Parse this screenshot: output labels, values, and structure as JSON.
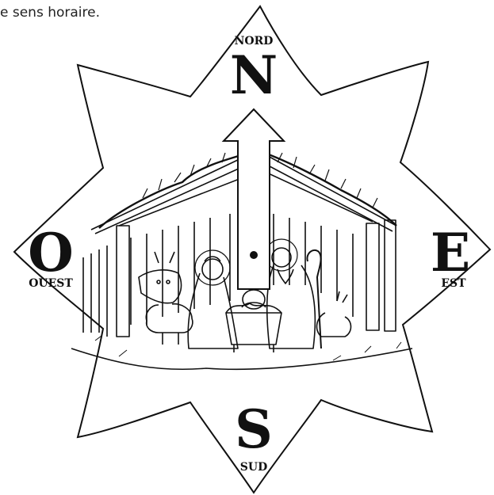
{
  "caption": "e sens horaire.",
  "compass": {
    "north": {
      "letter": "N",
      "label": "NORD"
    },
    "east": {
      "letter": "E",
      "label": "EST"
    },
    "south": {
      "letter": "S",
      "label": "SUD"
    },
    "west": {
      "letter": "O",
      "label": "OUEST"
    }
  },
  "scene": "nativity-coloring-illustration",
  "colors": {
    "ink": "#111111",
    "paper": "#ffffff"
  }
}
